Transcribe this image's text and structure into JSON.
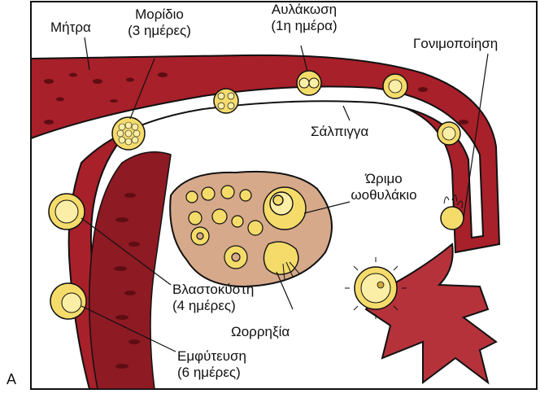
{
  "figure": {
    "panel_letter": "A",
    "labels": {
      "uterus": "Μήτρα",
      "morula": {
        "line1": "Μορίδιο",
        "line2": "(3 ημέρες)"
      },
      "cleavage": {
        "line1": "Αυλάκωση",
        "line2": "(1η ημέρα)"
      },
      "fertilization": "Γονιμοποίηση",
      "fallopian_tube": "Σάλπιγγα",
      "mature_follicle": {
        "line1": "Ώριμο",
        "line2": "ωοθυλάκιο"
      },
      "blastocyst": {
        "line1": "Βλαστοκύστη",
        "line2": "(4 ημέρες)"
      },
      "ovulation": "Ωορρηξία",
      "implantation": {
        "line1": "Εμφύτευση",
        "line2": "(6 ημέρες)"
      }
    }
  },
  "colors": {
    "tissue": "#a8202a",
    "tissue_dark": "#7a1219",
    "tube_lumen": "#ffffff",
    "ovary": "#d6a98a",
    "cell_yellow": "#f5dc6a",
    "cell_light": "#fbeea6"
  }
}
